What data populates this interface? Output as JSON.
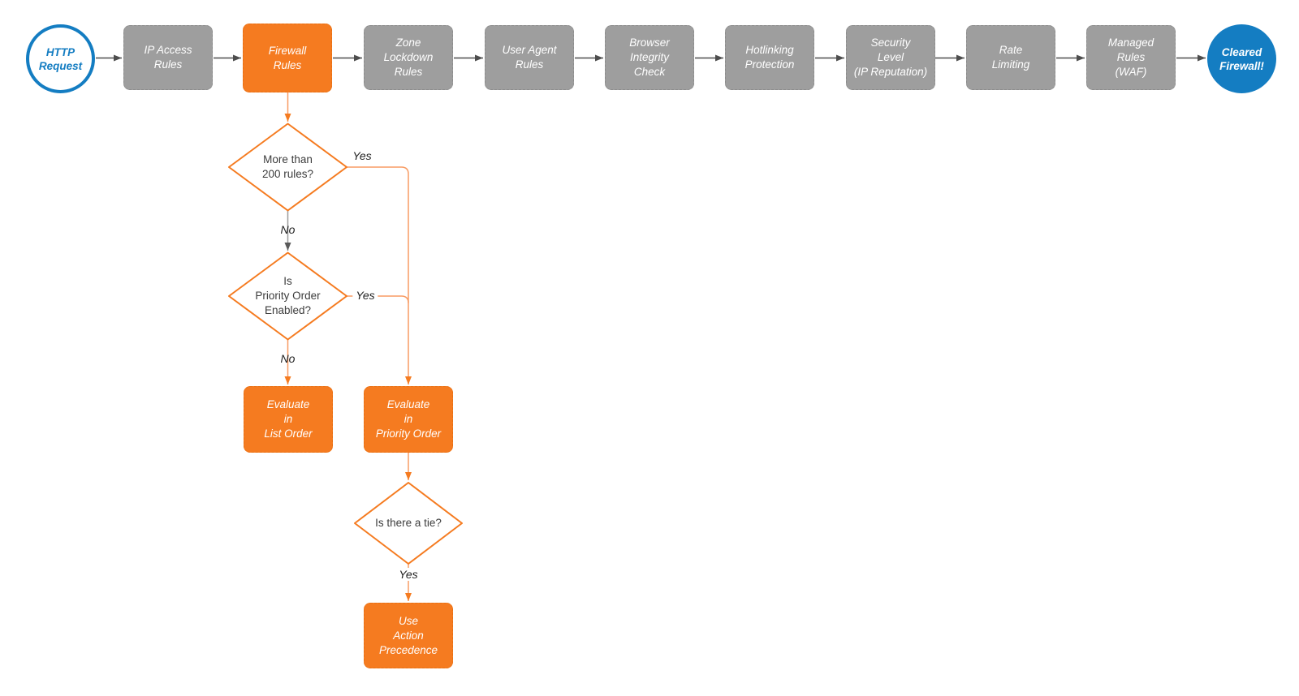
{
  "colors": {
    "orange": "#f57b20",
    "orange_line": "#f89c64",
    "gray_node": "#9e9e9e",
    "blue": "#147dc2",
    "arrow_dark": "#4d4d4d"
  },
  "pipeline": {
    "start": {
      "label": "HTTP\nRequest"
    },
    "stages": [
      {
        "label": "IP Access\nRules"
      },
      {
        "label": "Firewall\nRules"
      },
      {
        "label": "Zone\nLockdown\nRules"
      },
      {
        "label": "User Agent\nRules"
      },
      {
        "label": "Browser\nIntegrity\nCheck"
      },
      {
        "label": "Hotlinking\nProtection"
      },
      {
        "label": "Security\nLevel\n(IP Reputation)"
      },
      {
        "label": "Rate\nLimiting"
      },
      {
        "label": "Managed\nRules\n(WAF)"
      }
    ],
    "end": {
      "label": "Cleared\nFirewall!"
    }
  },
  "decision_tree": {
    "decisions": [
      {
        "label": "More than\n200 rules?"
      },
      {
        "label": "Is\nPriority Order\nEnabled?"
      },
      {
        "label": "Is there a tie?"
      }
    ],
    "processes": [
      {
        "label": "Evaluate\nin\nList Order"
      },
      {
        "label": "Evaluate\nin\nPriority Order"
      },
      {
        "label": "Use\nAction\nPrecedence"
      }
    ],
    "edge_labels": {
      "d1_yes": "Yes",
      "d1_no": "No",
      "d2_yes": "Yes",
      "d2_no": "No",
      "d3_yes": "Yes"
    }
  }
}
